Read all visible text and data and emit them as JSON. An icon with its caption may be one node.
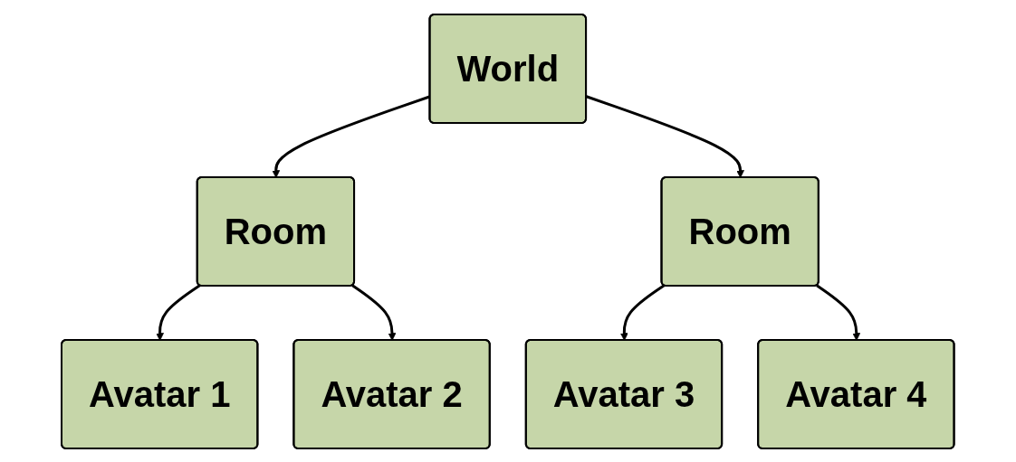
{
  "diagram": {
    "nodes": [
      {
        "text": [
          "World"
        ]
      },
      {
        "text": [
          "Room"
        ]
      },
      {
        "text": [
          "Room"
        ]
      },
      {
        "text": [
          "Avatar 1"
        ]
      },
      {
        "text": [
          "Avatar 2"
        ]
      },
      {
        "text": [
          "Avatar 3"
        ]
      },
      {
        "text": [
          "Avatar 4"
        ]
      }
    ],
    "edges": [
      {
        "from": 0,
        "to": 1,
        "arrow": "to"
      },
      {
        "from": 0,
        "to": 2,
        "arrow": "to"
      },
      {
        "from": 1,
        "to": 3,
        "arrow": "to"
      },
      {
        "from": 1,
        "to": 4,
        "arrow": "to"
      },
      {
        "from": 2,
        "to": 5,
        "arrow": "to"
      },
      {
        "from": 2,
        "to": 6,
        "arrow": "to"
      }
    ]
  }
}
